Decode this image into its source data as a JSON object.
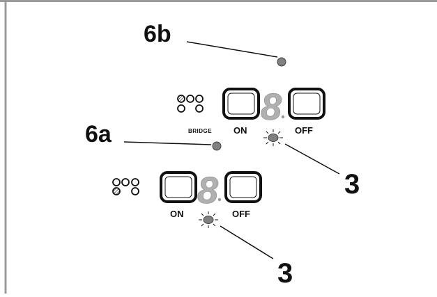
{
  "callouts": {
    "label_6b": "6b",
    "label_6a": "6a",
    "label_3_upper": "3",
    "label_3_lower": "3"
  },
  "upper_panel": {
    "on_label": "ON",
    "off_label": "OFF",
    "bridge_label": "BRIDGE",
    "display_digit": "8",
    "indicator_state": "blinking"
  },
  "lower_panel": {
    "on_label": "ON",
    "off_label": "OFF",
    "display_digit": "8",
    "indicator_state": "blinking"
  },
  "colors": {
    "frame": "#9a9a9a",
    "ink": "#111111",
    "led": "#808080",
    "digit": "#b0b0b0"
  },
  "icons": [
    "burner-layout-icon",
    "burner-layout-icon"
  ]
}
